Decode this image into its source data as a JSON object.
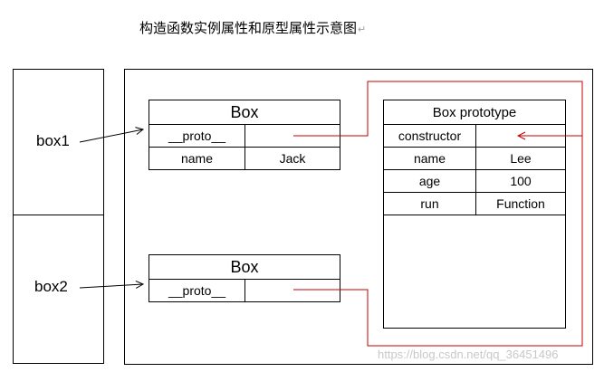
{
  "title": "构造函数实例属性和原型属性示意图",
  "title_mark": "↵",
  "stack": {
    "box1_label": "box1",
    "box2_label": "box2"
  },
  "box1": {
    "header": "Box",
    "proto_label": "__proto__",
    "proto_value": "",
    "name_label": "name",
    "name_value": "Jack"
  },
  "box2": {
    "header": "Box",
    "proto_label": "__proto__",
    "proto_value": ""
  },
  "prototype": {
    "header": "Box prototype",
    "rows": [
      {
        "key": "constructor",
        "value": ""
      },
      {
        "key": "name",
        "value": "Lee"
      },
      {
        "key": "age",
        "value": "100"
      },
      {
        "key": "run",
        "value": "Function"
      }
    ]
  },
  "watermark": "https://blog.csdn.net/qq_36451496",
  "colors": {
    "pointer_line": "#c00000",
    "border": "#000000"
  }
}
